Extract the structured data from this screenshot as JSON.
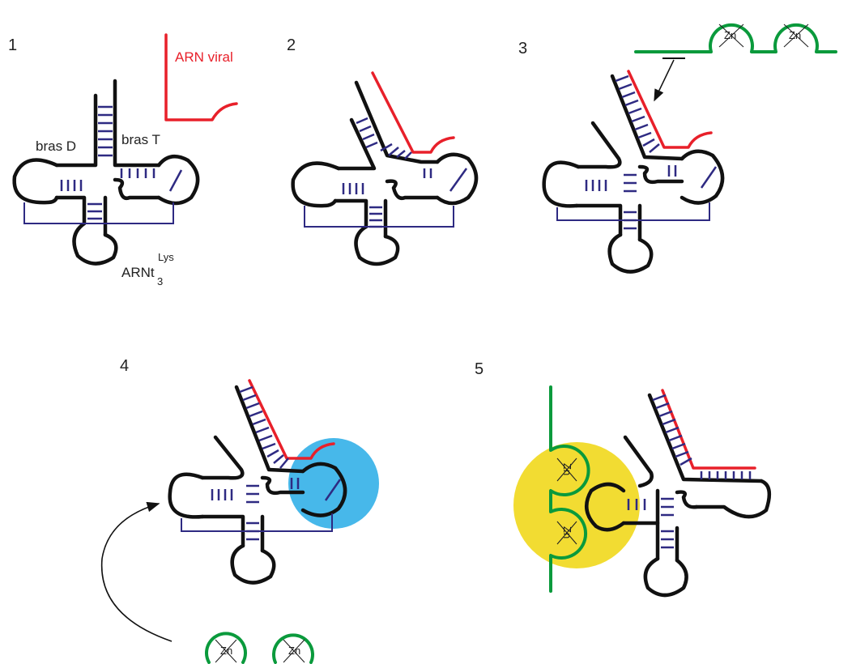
{
  "steps": [
    "1",
    "2",
    "3",
    "4",
    "5"
  ],
  "labels": {
    "viral_rna": "ARN viral",
    "d_arm": "bras D",
    "t_arm": "bras T",
    "trna_base": "ARNt",
    "trna_sup": "Lys",
    "trna_sub": "3",
    "zinc": "Zn"
  },
  "colors": {
    "trna": "#111111",
    "base_pairs": "#2e2a82",
    "viral_rna": "#e8202a",
    "nucleocapsid": "#0a9a3c",
    "highlight_step4": "#47b8ea",
    "highlight_step5": "#f2dc32"
  }
}
